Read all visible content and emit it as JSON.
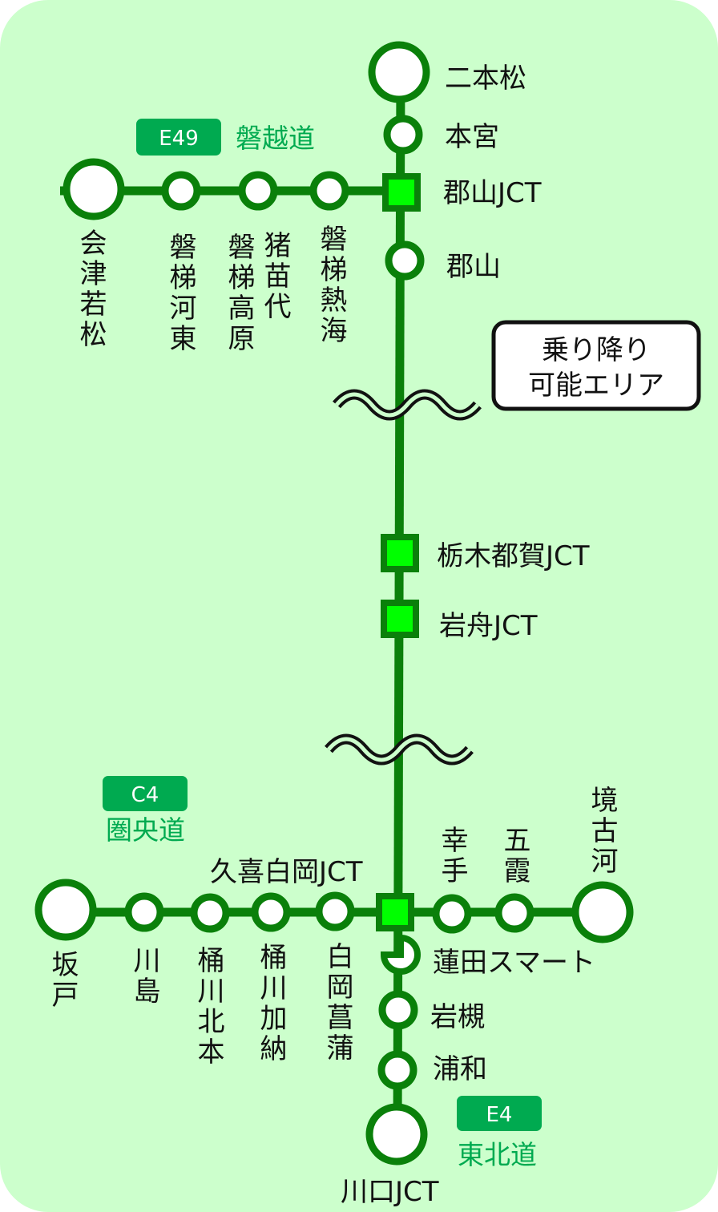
{
  "routes": {
    "e49": {
      "badge": "E49",
      "name": "磐越道"
    },
    "c4": {
      "badge": "C4",
      "name": "圏央道"
    },
    "e4": {
      "badge": "E4",
      "name": "東北道"
    }
  },
  "stations": {
    "nihonmatsu": "二本松",
    "motomiya": "本宮",
    "koriyama_jct": "郡山JCT",
    "koriyama": "郡山",
    "aizuwakamatsu": "会津若松",
    "bandai_kawahigashi": "磐梯河東",
    "bandai_kogen": "磐梯高原",
    "inawashiro": "猪苗代",
    "bandai_atami": "磐梯熱海",
    "tochigi_tsuga_jct": "栃木都賀JCT",
    "iwafune_jct": "岩舟JCT",
    "kuki_shiraoka_jct": "久喜白岡JCT",
    "sakado": "坂戸",
    "kawajima": "川島",
    "okegawa_kitamoto": "桶川北本",
    "okegawa_kano": "桶川加納",
    "shiraoka_shobu": "白岡菖蒲",
    "satte": "幸手",
    "goka": "五霞",
    "sakaikoga": "境古河",
    "hasuda_smart": "蓮田スマート",
    "iwatsuki": "岩槻",
    "urawa": "浦和",
    "kawaguchi_jct": "川口JCT"
  },
  "legend": {
    "line1": "乗り降り",
    "line2": "可能エリア"
  },
  "colors": {
    "background": "#ccffcc",
    "line": "#0a800a",
    "jct": "#00ff00",
    "badge": "#00aa50"
  }
}
